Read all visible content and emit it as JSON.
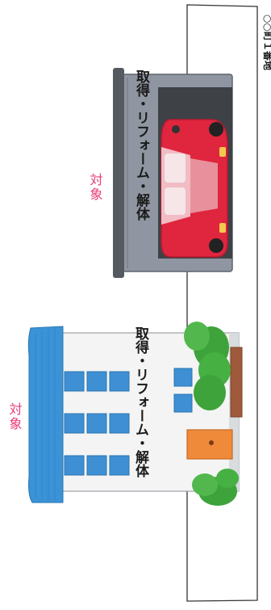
{
  "lot": {
    "address": "○○町１番地"
  },
  "left_building": {
    "target_label": "対象",
    "action_label": "取得・リフォーム・解体"
  },
  "garage": {
    "target_label": "対象",
    "action_label": "取得・リフォーム・解体"
  },
  "colors": {
    "target_label": "#e83a7a",
    "text": "#1a1a1a",
    "roof_blue": "#3a93d6",
    "window_blue": "#3f8fd4",
    "wall": "#f4f4f4",
    "door": "#ef8a3a",
    "tree_green": "#3da33a",
    "tree_trunk": "#9e5a3a",
    "garage_gray": "#8f96a1",
    "garage_dark": "#545a60",
    "car_red": "#e0253e"
  },
  "icons": {
    "house": "house-icon",
    "garage": "garage-icon",
    "car": "car-icon",
    "tree": "tree-icon"
  }
}
